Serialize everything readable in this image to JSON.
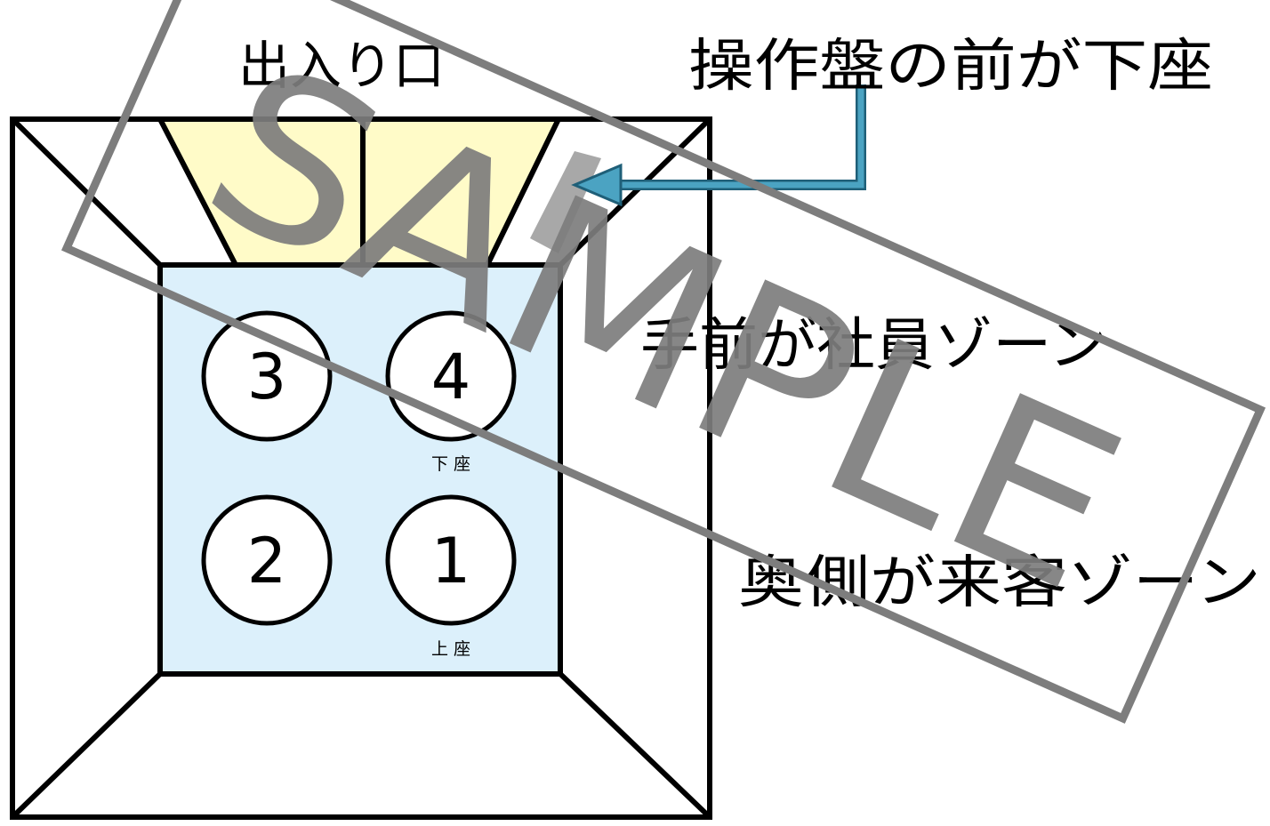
{
  "labels": {
    "entrance": "出入り口",
    "control_panel_note": "操作盤の前が下座",
    "staff_zone": "手前が社員ゾーン",
    "guest_zone": "奥側が来客ゾーン"
  },
  "seats": [
    {
      "number": "3",
      "caption": ""
    },
    {
      "number": "4",
      "caption": "下 座"
    },
    {
      "number": "2",
      "caption": ""
    },
    {
      "number": "1",
      "caption": "上 座"
    }
  ],
  "watermark": "SAMPLE",
  "colors": {
    "door": "#fffbc8",
    "floor": "#dcf0fb",
    "arrow": "#4ba3c2",
    "watermark": "#7d7d7d"
  }
}
